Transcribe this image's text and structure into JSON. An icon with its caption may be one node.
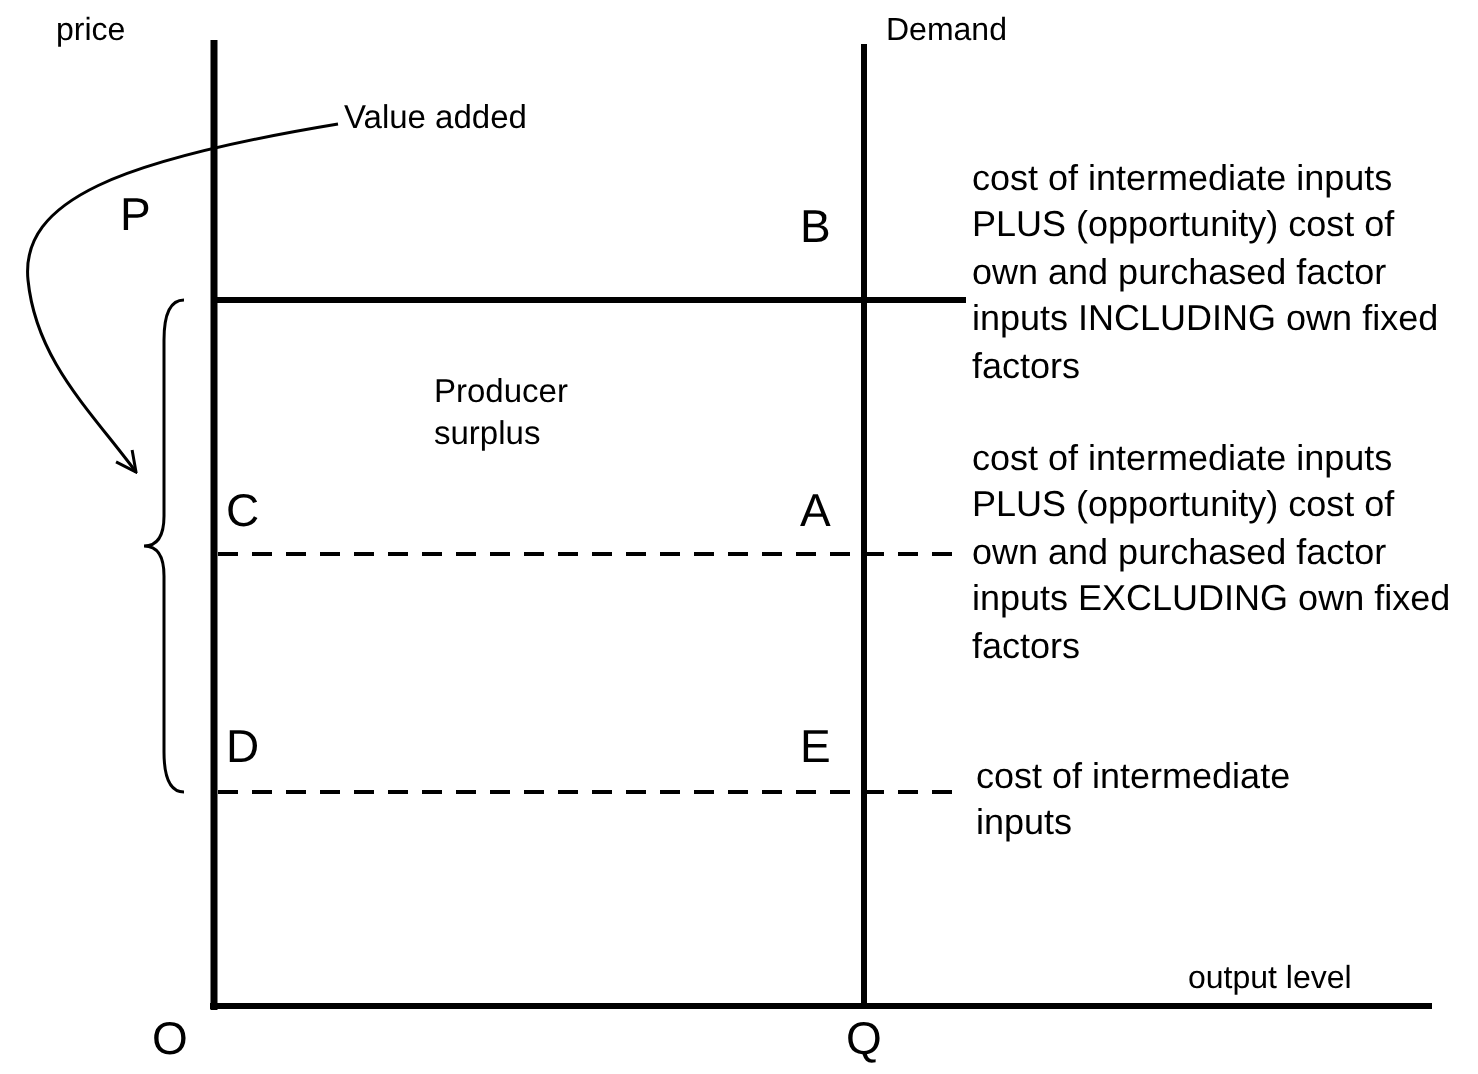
{
  "diagram": {
    "nodes": [
      {
        "text": [
          "Value added"
        ]
      },
      {
        "text": [],
        "shape": "brace"
      }
    ],
    "edges": [
      {
        "from": 0,
        "to": 1,
        "arrow": "to"
      }
    ],
    "labels": [
      "price",
      "Demand",
      "B",
      "cost of intermediate inputs PLUS (opportunity) cost of own and purchased factor inputs INCLUDING own fixed factors",
      "P",
      "Producer surplus",
      "C",
      "A",
      "cost of intermediate inputs PLUS (opportunity) cost of own and purchased factor inputs EXCLUDING own fixed factors",
      "D",
      "E",
      "cost of intermediate inputs",
      "output level",
      "O",
      "Q"
    ]
  }
}
